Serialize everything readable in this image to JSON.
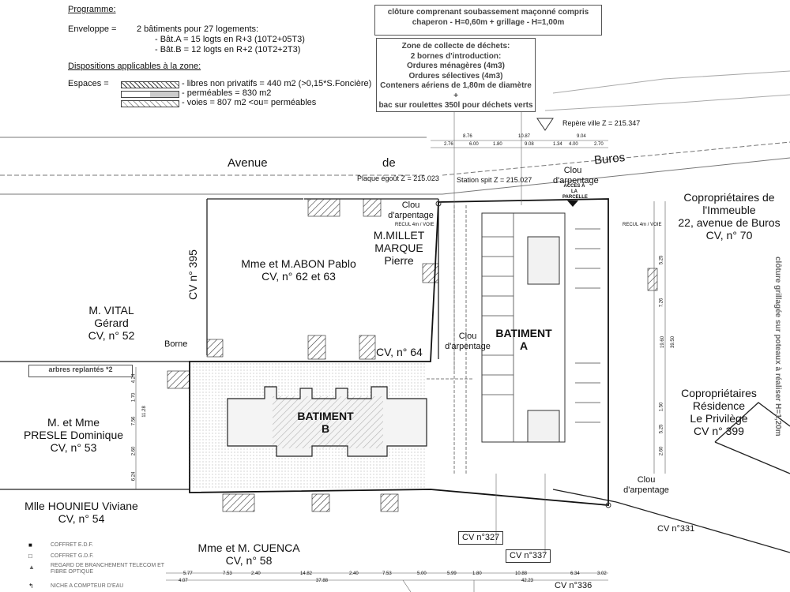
{
  "header": {
    "programme_title": "Programme:",
    "enveloppe_label": "Enveloppe =",
    "enveloppe_lines": [
      "2 bâtiments pour 27 logements:",
      "- Bât.A = 15 logts en R+3 (10T2+05T3)",
      "- Bât.B = 12 logts en R+2 (10T2+2T3)"
    ],
    "dispositions_title": "Dispositions applicables à la zone:",
    "espaces_label": "Espaces =",
    "espaces_items": [
      "- libres non privatifs = 440 m2 (>0,15*S.Foncière)",
      "- perméables = 830 m2",
      "- voies = 807 m2 <ou= perméables"
    ]
  },
  "notes": {
    "cloture_top": [
      "clôture comprenant soubassement maçonné compris",
      "chaperon - H=0,60m + grillage - H=1,00m"
    ],
    "dechets": [
      "Zone de collecte de déchets:",
      "2 bornes d'introduction:",
      "Ordures ménagères (4m3)",
      "Ordures sélectives (4m3)",
      "Conteners aériens de 1,80m de diamètre",
      "+",
      "bac sur roulettes 350l pour déchets verts"
    ],
    "arbres": "arbres replantés *2",
    "cloture_right": "clôture grillagée sur poteaux à réaliser H=1,20m"
  },
  "street": {
    "w1": "Avenue",
    "w2": "de",
    "w3": "Buros"
  },
  "survey": {
    "repere": "Repère ville Z = 215.347",
    "plaque": "Plaque égoût Z = 215.023",
    "station": "Station spit Z = 215.027",
    "clou": "Clou d'arpentage",
    "acces": "ACCES À LA PARCELLE",
    "borne": "Borne",
    "recul": "RECUL 4m / VOIE"
  },
  "buildings": {
    "a": [
      "BATIMENT",
      "A"
    ],
    "b": [
      "BATIMENT",
      "B"
    ]
  },
  "owners": {
    "abon": [
      "Mme et M.ABON Pablo",
      "CV, n° 62 et 63"
    ],
    "millet": [
      "M.MILLET",
      "MARQUE",
      "Pierre"
    ],
    "vital": [
      "M. VITAL",
      "Gérard",
      "CV, n° 52"
    ],
    "presle": [
      "M. et Mme",
      "PRESLE Dominique",
      "CV, n° 53"
    ],
    "hounieu": [
      "Mlle HOUNIEU Viviane",
      "CV, n° 54"
    ],
    "cuenca": [
      "Mme et M. CUENCA",
      "CV, n° 58"
    ],
    "copro1": [
      "Copropriétaires de",
      "l'Immeuble",
      "22, avenue de Buros",
      "CV, n° 70"
    ],
    "copro2": [
      "Copropriétaires",
      "Résidence",
      "Le Privilège",
      "CV n° 399"
    ]
  },
  "parcels": {
    "cv395": "CV n° 395",
    "cv64": "CV, n° 64",
    "cv327": "CV n°327",
    "cv337": "CV n°337",
    "cv331": "CV n°331",
    "cv336": "CV n°336"
  },
  "dims_top": [
    "8.76",
    "10.87",
    "9.04",
    "2.76",
    "6.00",
    "1.80",
    "9.08",
    "1.34",
    "4.00",
    "2.70"
  ],
  "dims_bottom": [
    "5.77",
    "7.53",
    "2.40",
    "14.82",
    "2.40",
    "7.53",
    "5.00",
    "5.99",
    "1.80",
    "10.88",
    "6.34",
    "3.02"
  ],
  "dims_bottom2": [
    "4.07",
    "37.88",
    "42.23"
  ],
  "dims_right": [
    "5.25",
    "7.26",
    "19.60",
    "39.50",
    "1.50",
    "5.25",
    "2.60"
  ],
  "dims_left": [
    "4.24",
    "1.70",
    "7.56",
    "11.28",
    "2.60",
    "6.24"
  ],
  "legend": [
    {
      "icon": "edf-box-icon",
      "label": "COFFRET E.D.F."
    },
    {
      "icon": "gdf-box-icon",
      "label": "COFFRET G.D.F."
    },
    {
      "icon": "telecom-manhole-icon",
      "label": "REGARD DE BRANCHEMENT TELECOM ET FIBRE OPTIQUE"
    },
    {
      "icon": "water-meter-icon",
      "label": "NICHE A COMPTEUR D'EAU"
    }
  ]
}
